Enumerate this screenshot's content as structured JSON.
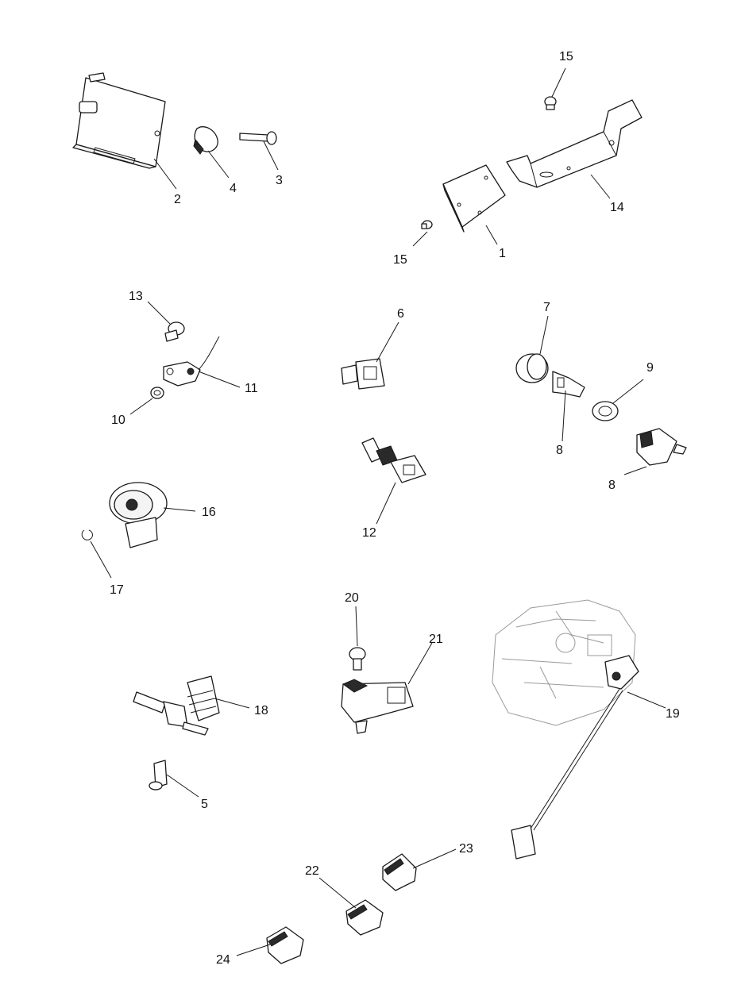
{
  "callouts": [
    {
      "id": "c1",
      "text": "1"
    },
    {
      "id": "c2",
      "text": "2"
    },
    {
      "id": "c3",
      "text": "3"
    },
    {
      "id": "c4",
      "text": "4"
    },
    {
      "id": "c5",
      "text": "5"
    },
    {
      "id": "c6",
      "text": "6"
    },
    {
      "id": "c7",
      "text": "7"
    },
    {
      "id": "c8a",
      "text": "8"
    },
    {
      "id": "c8b",
      "text": "8"
    },
    {
      "id": "c9",
      "text": "9"
    },
    {
      "id": "c10",
      "text": "10"
    },
    {
      "id": "c11",
      "text": "11"
    },
    {
      "id": "c12",
      "text": "12"
    },
    {
      "id": "c13",
      "text": "13"
    },
    {
      "id": "c14",
      "text": "14"
    },
    {
      "id": "c15a",
      "text": "15"
    },
    {
      "id": "c15b",
      "text": "15"
    },
    {
      "id": "c16",
      "text": "16"
    },
    {
      "id": "c17",
      "text": "17"
    },
    {
      "id": "c18",
      "text": "18"
    },
    {
      "id": "c19",
      "text": "19"
    },
    {
      "id": "c20",
      "text": "20"
    },
    {
      "id": "c21",
      "text": "21"
    },
    {
      "id": "c22",
      "text": "22"
    },
    {
      "id": "c23",
      "text": "23"
    },
    {
      "id": "c24",
      "text": "24"
    }
  ]
}
